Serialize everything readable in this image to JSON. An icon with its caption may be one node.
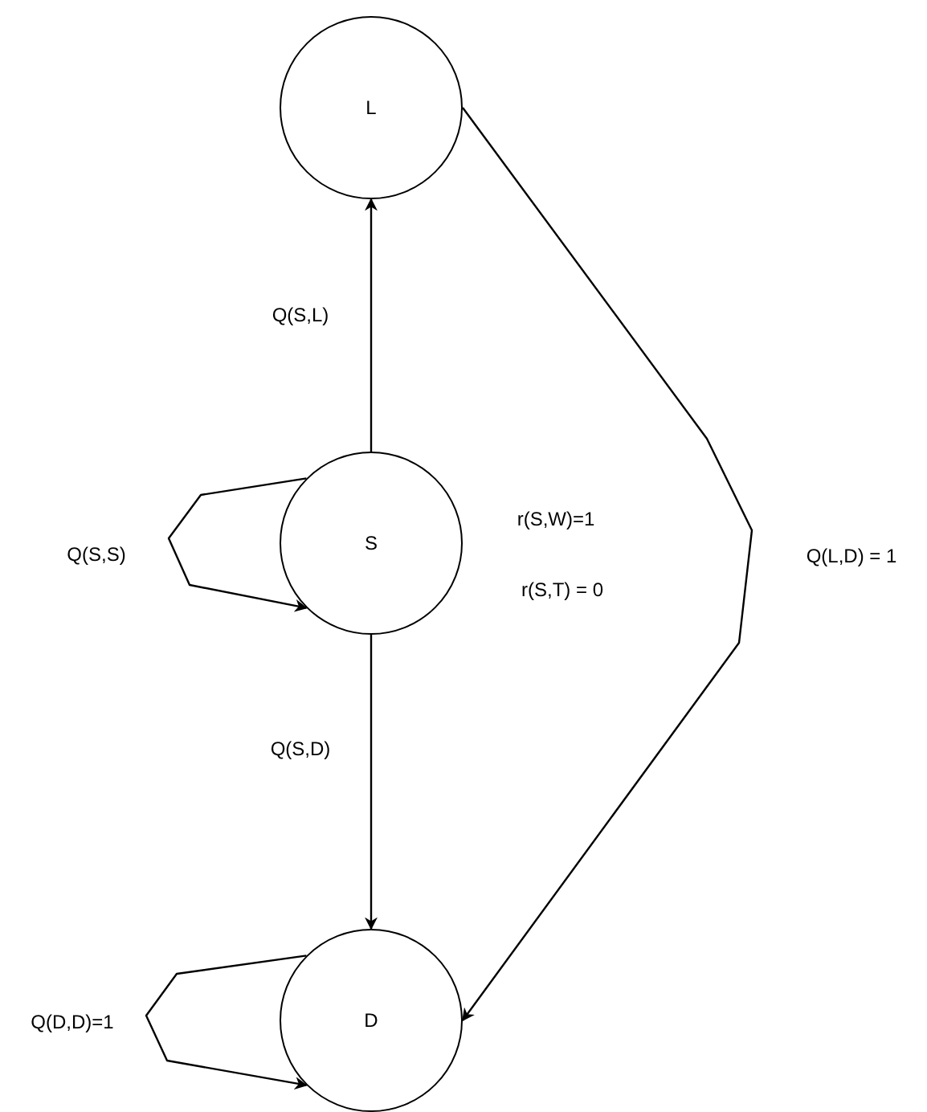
{
  "diagram": {
    "nodes": [
      {
        "text": [
          "L"
        ]
      },
      {
        "text": [
          "S"
        ],
        "beside": [
          "r(S,W)=1",
          "r(S,T) = 0"
        ]
      },
      {
        "text": [
          "D"
        ]
      }
    ],
    "edges": [
      {
        "from": 1,
        "to": 0,
        "arrow": "to",
        "label": "Q(S,L)"
      },
      {
        "from": 1,
        "to": 1,
        "arrow": "to",
        "label": "Q(S,S)"
      },
      {
        "from": 1,
        "to": 2,
        "arrow": "to",
        "label": "Q(S,D)"
      },
      {
        "from": 2,
        "to": 2,
        "arrow": "to",
        "label": "Q(D,D)=1"
      },
      {
        "from": 0,
        "to": 2,
        "arrow": "to",
        "label": "Q(L,D) = 1"
      }
    ]
  }
}
